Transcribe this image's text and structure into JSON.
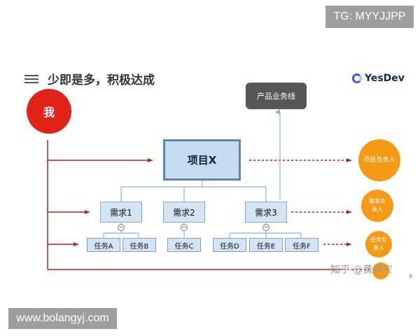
{
  "watermarks": {
    "top_right": "TG: MYYJJPP",
    "bottom_left": "www.bolangyj.com",
    "zhihu": "知乎 @黄禅宗"
  },
  "header": {
    "title": "少即是多，积极达成",
    "logo_text": "YesDev"
  },
  "me": {
    "label": "我"
  },
  "product_line": {
    "label": "产品业务线"
  },
  "project": {
    "label": "项目X"
  },
  "requirements": [
    {
      "label": "需求1"
    },
    {
      "label": "需求2"
    },
    {
      "label": "需求3"
    }
  ],
  "tasks": [
    {
      "label": "任务A"
    },
    {
      "label": "任务B"
    },
    {
      "label": "任务C"
    },
    {
      "label": "任务D"
    },
    {
      "label": "任务E"
    },
    {
      "label": "任务F"
    }
  ],
  "owners": [
    {
      "label": "项目负责人"
    },
    {
      "label": "需求负责人"
    },
    {
      "label": "任务负责人"
    }
  ],
  "collapse_symbol": "−",
  "close_symbol": "x",
  "colors": {
    "accent_red": "#e2231a",
    "arrow_red": "#b22222",
    "owner_orange": "#f59a16",
    "box_blue": "#c4dbf0",
    "border_blue": "#5f84b3"
  }
}
